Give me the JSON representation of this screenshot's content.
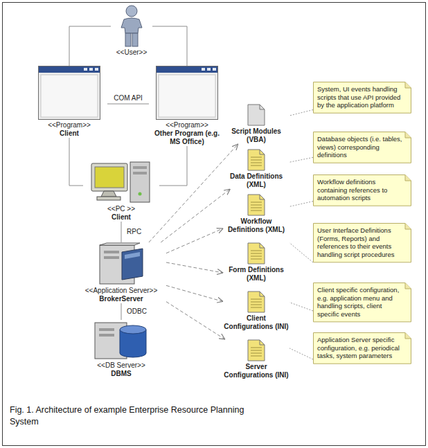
{
  "diagram": {
    "caption": "Fig. 1. Architecture of example Enterprise Resource Planning System",
    "nodes": [
      {
        "text": [
          "<<User>>"
        ]
      },
      {
        "text": [
          "<<Program>>",
          "Client"
        ]
      },
      {
        "text": [
          "<<Program>>",
          "Other Program (e.g. MS Office)"
        ]
      },
      {
        "text": [
          "<<PC >>",
          "Client"
        ]
      },
      {
        "text": [
          "<<Application Server>>",
          "BrokerServer"
        ]
      },
      {
        "text": [
          "<<DB Server>>",
          "DBMS"
        ]
      },
      {
        "text": [
          "Script Modules (VBA)"
        ]
      },
      {
        "text": [
          "Data Definitions (XML)"
        ]
      },
      {
        "text": [
          "Workflow Definitions (XML)"
        ]
      },
      {
        "text": [
          "Form Definitions (XML)"
        ]
      },
      {
        "text": [
          "Client Configurations (INI)"
        ]
      },
      {
        "text": [
          "Server Configurations (INI)"
        ]
      },
      {
        "text": [
          "System, UI events handling scripts that use API provided by the application platform"
        ]
      },
      {
        "text": [
          "Database objects (i.e. tables, views) corresponding definitions"
        ]
      },
      {
        "text": [
          "Workflow definitions containing references to automation scripts"
        ]
      },
      {
        "text": [
          "User Interface Definitions (Forms, Reports) and references to their events handling script procedures"
        ]
      },
      {
        "text": [
          "Client specific configuration, e.g. application menu and handling scripts, client specific events"
        ]
      },
      {
        "text": [
          "Application Server specific configuration, e.g. periodical tasks, system parameters"
        ]
      }
    ],
    "edges": [
      {
        "from": 1,
        "to": 0,
        "arrow": "none"
      },
      {
        "from": 2,
        "to": 0,
        "arrow": "none"
      },
      {
        "from": 1,
        "to": 2,
        "label": "COM API",
        "arrow": "none"
      },
      {
        "from": 1,
        "to": 3,
        "arrow": "none"
      },
      {
        "from": 2,
        "to": 3,
        "arrow": "none"
      },
      {
        "from": 3,
        "to": 4,
        "label": "RPC",
        "arrow": "none"
      },
      {
        "from": 4,
        "to": 5,
        "label": "ODBC",
        "arrow": "none"
      },
      {
        "from": 4,
        "to": 6,
        "arrow": "to"
      },
      {
        "from": 4,
        "to": 7,
        "arrow": "to"
      },
      {
        "from": 4,
        "to": 8,
        "arrow": "to"
      },
      {
        "from": 4,
        "to": 9,
        "arrow": "to"
      },
      {
        "from": 4,
        "to": 10,
        "arrow": "to"
      },
      {
        "from": 4,
        "to": 11,
        "arrow": "to"
      },
      {
        "from": 12,
        "to": 6,
        "arrow": "none"
      },
      {
        "from": 13,
        "to": 7,
        "arrow": "none"
      },
      {
        "from": 14,
        "to": 8,
        "arrow": "none"
      },
      {
        "from": 15,
        "to": 9,
        "arrow": "none"
      },
      {
        "from": 16,
        "to": 10,
        "arrow": "none"
      },
      {
        "from": 17,
        "to": 11,
        "arrow": "none"
      }
    ]
  }
}
